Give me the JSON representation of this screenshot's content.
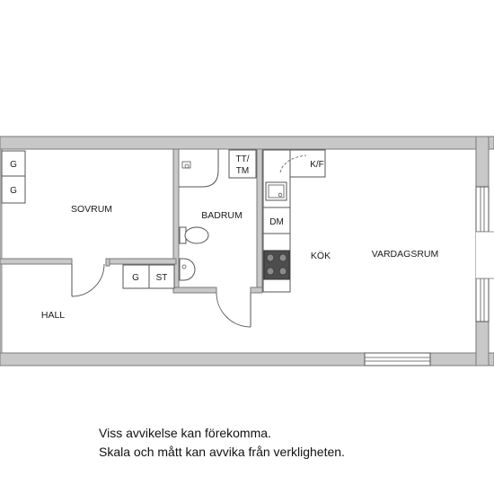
{
  "rooms": {
    "sovrum": "SOVRUM",
    "badrum": "BADRUM",
    "kok": "KÖK",
    "vardagsrum": "VARDAGSRUM",
    "hall": "HALL"
  },
  "fixtures": {
    "g1": "G",
    "g2": "G",
    "g3": "G",
    "st": "ST",
    "tt_tm_line1": "TT/",
    "tt_tm_line2": "TM",
    "kf": "K/F",
    "dm": "DM"
  },
  "notes": {
    "line1": "Viss avvikelse kan förekomma.",
    "line2": "Skala och mått kan avvika från verkligheten."
  },
  "colors": {
    "wall": "#c8c8c8",
    "wall_edge": "#7a7a7a",
    "line": "#555555",
    "stove": "#4d4d4d"
  }
}
